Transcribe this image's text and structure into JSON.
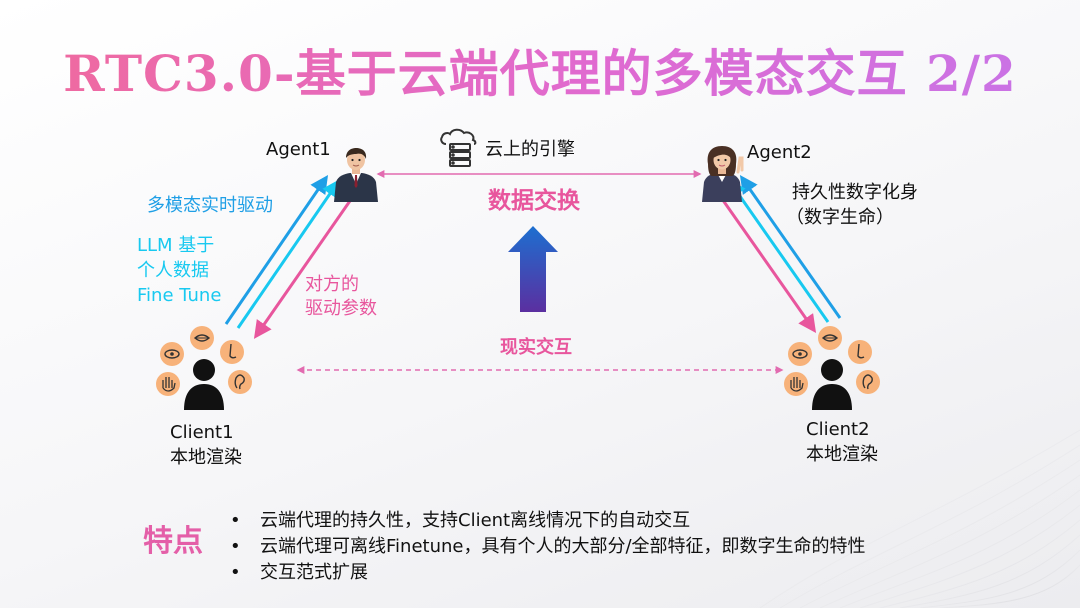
{
  "title": "RTC3.0-基于云端代理的多模态交互 2/2",
  "agent1": {
    "label": "Agent1"
  },
  "agent2": {
    "label": "Agent2"
  },
  "cloud": {
    "label": "云上的引擎"
  },
  "data_exchange": "数据交换",
  "left_labels": {
    "drive": "多模态实时驱动",
    "llm_line1": "LLM 基于",
    "llm_line2": "个人数据",
    "llm_line3": "Fine Tune",
    "params_line1": "对方的",
    "params_line2": "驱动参数"
  },
  "right_labels": {
    "line1": "持久性数字化身",
    "line2": "（数字生命）"
  },
  "real_interaction": "现实交互",
  "client1": {
    "name": "Client1",
    "desc": "本地渲染"
  },
  "client2": {
    "name": "Client2",
    "desc": "本地渲染"
  },
  "features": {
    "title": "特点",
    "items": [
      "云端代理的持久性，支持Client离线情况下的自动交互",
      "云端代理可离线Finetune，具有个人的大部分/全部特征，即数字生命的特性",
      "交互范式扩展"
    ]
  },
  "colors": {
    "blue": "#1f9fe6",
    "cyan": "#18c9f0",
    "pink": "#e8569d",
    "orange": "#f7b27a"
  }
}
